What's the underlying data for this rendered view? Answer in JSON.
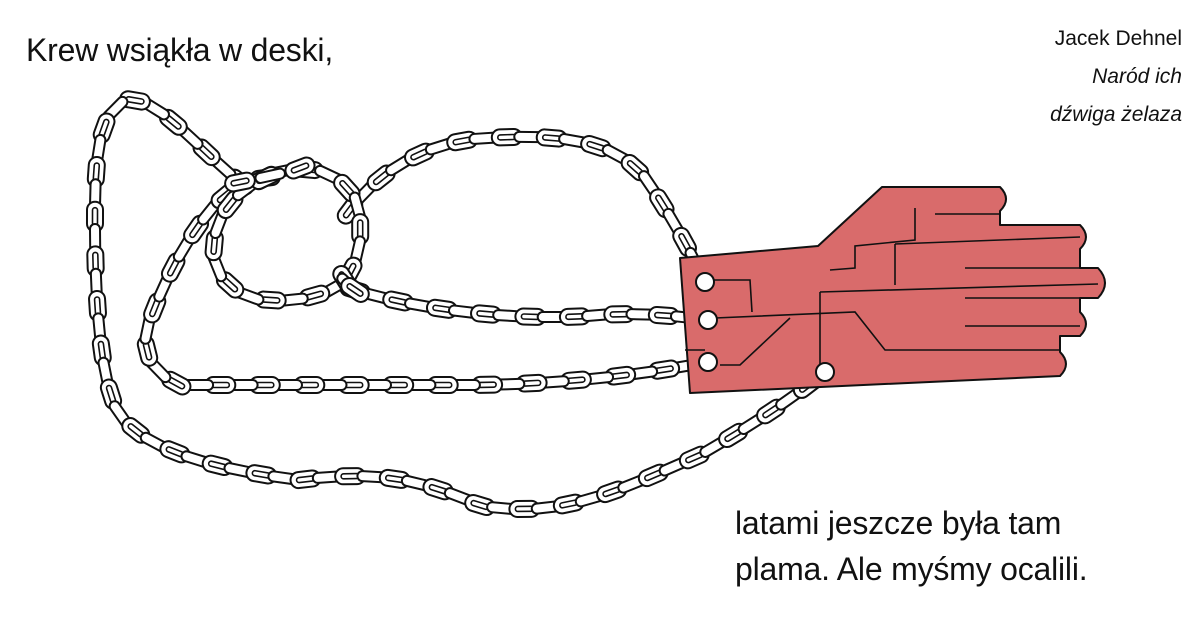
{
  "quote": {
    "line1": "Krew wsiąkła w deski,",
    "line2": "latami jeszcze była tam",
    "line3": "plama. Ale myśmy ocalili."
  },
  "attribution": {
    "author": "Jacek Dehnel",
    "title_line1": "Naród ich",
    "title_line2": "dźwiga żelaza"
  },
  "illustration": {
    "hand_color": "#d96b6b",
    "outline_color": "#111111",
    "link_fill": "#ffffff",
    "icon": "chained-hand-illustration"
  }
}
